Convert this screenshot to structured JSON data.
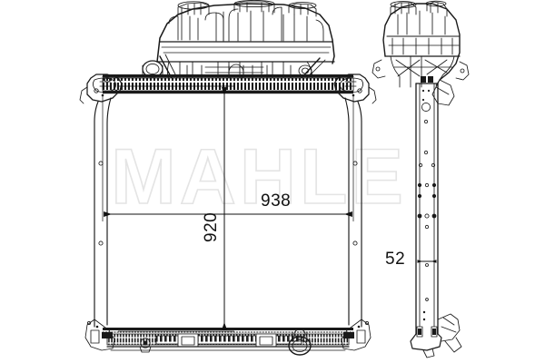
{
  "drawing": {
    "type": "technical-line-drawing",
    "subject": "radiator-with-expansion-tank",
    "background_color": "#ffffff",
    "line_color": "#1a1a1a",
    "watermark": {
      "text": "MAHLE",
      "color": "#e2e2e2",
      "style": "outline"
    },
    "views": [
      {
        "name": "front-view",
        "label": ""
      },
      {
        "name": "side-view",
        "label": ""
      }
    ]
  },
  "dimensions": {
    "width": {
      "value": "938",
      "unit": "mm",
      "orientation": "horizontal",
      "view": "front-view"
    },
    "height": {
      "value": "920",
      "unit": "mm",
      "orientation": "vertical",
      "view": "front-view"
    },
    "depth": {
      "value": "52",
      "unit": "mm",
      "orientation": "horizontal",
      "view": "side-view"
    }
  }
}
